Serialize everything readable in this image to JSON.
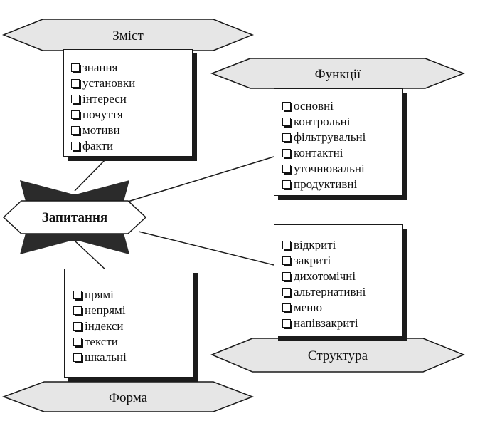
{
  "diagram": {
    "center": {
      "label": "Запитання"
    },
    "zmist": {
      "title": "Зміст",
      "items": [
        "знання",
        "установки",
        "інтереси",
        "почуття",
        "мотиви",
        "факти"
      ]
    },
    "funktsii": {
      "title": "Функції",
      "items": [
        "основні",
        "контрольні",
        "фільтрувальні",
        "контактні",
        "уточнювальні",
        "продуктивні"
      ]
    },
    "struktura": {
      "title": "Структура",
      "items": [
        "відкриті",
        "закриті",
        "дихотомічні",
        "альтернативні",
        "меню",
        "напівзакриті"
      ]
    },
    "forma": {
      "title": "Форма",
      "items": [
        "прямі",
        "непрямі",
        "індекси",
        "тексти",
        "шкальні"
      ]
    }
  },
  "colors": {
    "hexagon_fill": "#e6e6e6",
    "shadow": "#1c1c1c",
    "border": "#1a1a1a"
  }
}
